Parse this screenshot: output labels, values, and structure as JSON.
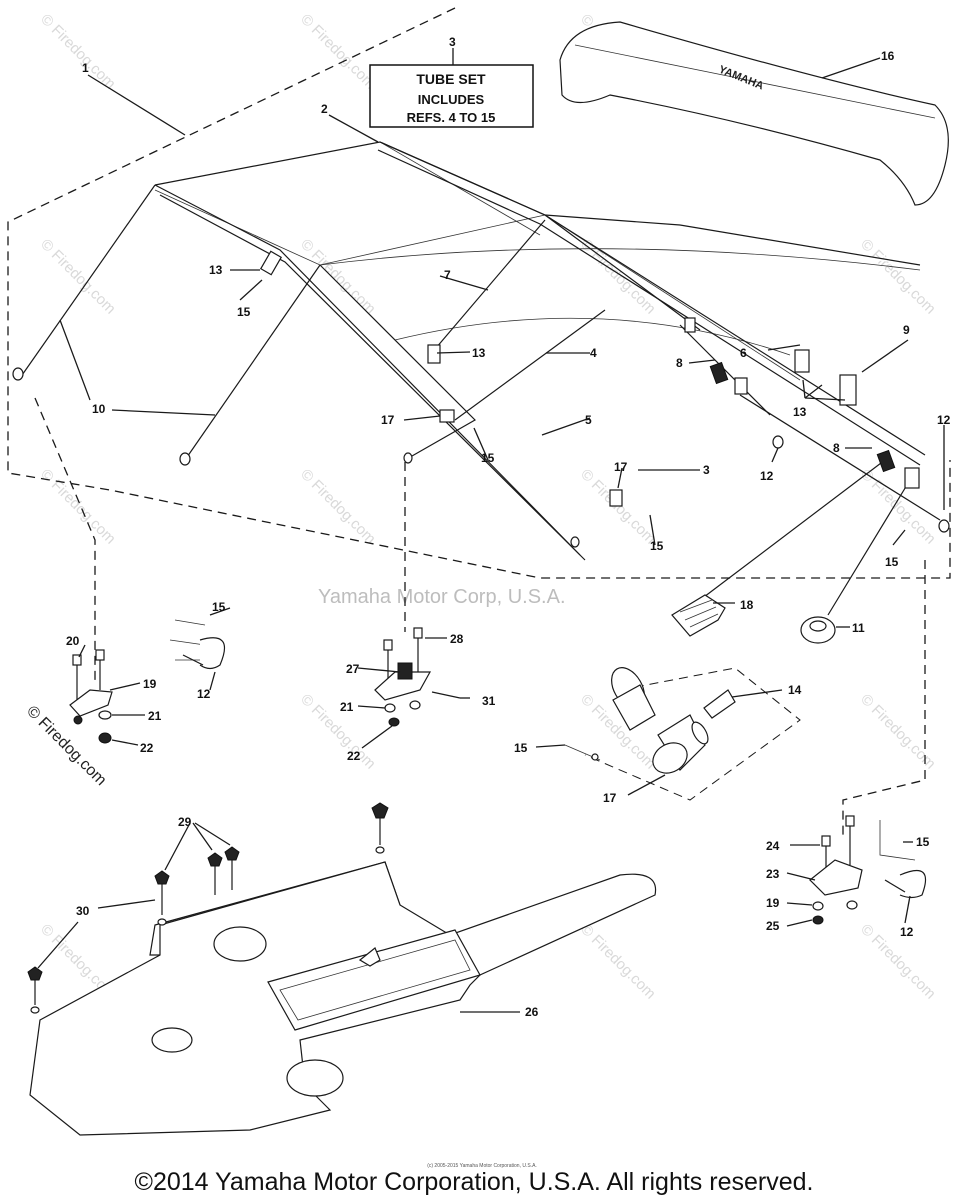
{
  "watermarks": {
    "center": "Yamaha Motor Corp, U.S.A.",
    "site": "© Firedog.com",
    "corner": "© Firedog.com"
  },
  "tube_set_box": {
    "line1": "TUBE SET",
    "line2": "INCLUDES",
    "line3": "REFS. 4 TO 15"
  },
  "bimini_logo": "YAMAHA",
  "callouts": [
    "1",
    "2",
    "3",
    "16",
    "13",
    "15",
    "7",
    "13",
    "4",
    "8",
    "6",
    "9",
    "13",
    "10",
    "17",
    "15",
    "5",
    "8",
    "12",
    "17",
    "3",
    "15",
    "12",
    "15",
    "18",
    "11",
    "15",
    "12",
    "20",
    "19",
    "21",
    "22",
    "28",
    "27",
    "31",
    "21",
    "22",
    "14",
    "15",
    "17",
    "24",
    "15",
    "23",
    "19",
    "25",
    "12",
    "29",
    "30",
    "26"
  ],
  "footer": {
    "small": "(c) 2005-2015 Yamaha Motor Corporation, U.S.A.",
    "copyright": "©2014 Yamaha Motor Corporation, U.S.A. All rights reserved."
  }
}
